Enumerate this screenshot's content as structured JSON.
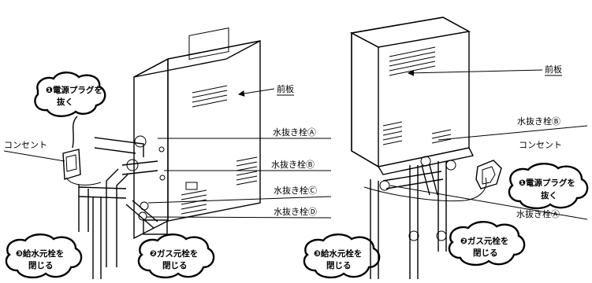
{
  "left": {
    "front_panel": "前板",
    "drain_a": "水抜き栓Ⓐ",
    "drain_b": "水抜き栓Ⓑ",
    "drain_c": "水抜き栓Ⓒ",
    "drain_d": "水抜き栓Ⓓ",
    "outlet": "コンセント",
    "step1_line1": "❶電源プラグを",
    "step1_line2": "抜く",
    "step2_line1": "❷ガス元栓を",
    "step2_line2": "閉じる",
    "step3_line1": "❸給水元栓を",
    "step3_line2": "閉じる"
  },
  "right": {
    "front_panel": "前板",
    "drain_b": "水抜き栓Ⓑ",
    "outlet": "コンセント",
    "step1_line1": "❶電源プラグを",
    "step1_line2": "抜く",
    "drain_a": "水抜き栓Ⓐ",
    "step2_line1": "❷ガス元栓を",
    "step2_line2": "閉じる",
    "step3_line1": "❸給水元栓を",
    "step3_line2": "閉じる"
  }
}
